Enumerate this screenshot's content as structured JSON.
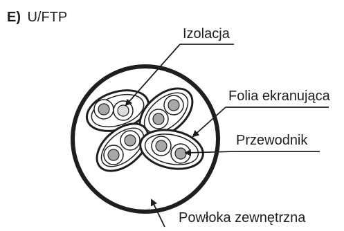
{
  "title": {
    "prefix": "E)",
    "name": "U/FTP"
  },
  "labels": {
    "insulation": "Izolacja",
    "shielding_foil": "Folia ekranująca",
    "conductor": "Przewodnik",
    "outer_jacket": "Powłoka zewnętrzna"
  },
  "colors": {
    "line": "#1e1e1e",
    "conductor_fill": "#a8a8a8",
    "insulation_fill": "#ffffff",
    "background": "#ffffff"
  }
}
